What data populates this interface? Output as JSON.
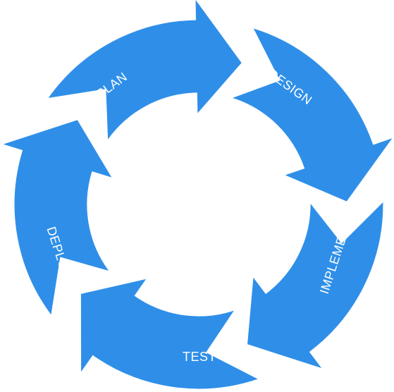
{
  "diagram": {
    "fill_color": "#2f8fe8",
    "stages": [
      {
        "label": "PLAN"
      },
      {
        "label": "DESIGN"
      },
      {
        "label": "IMPLEMENT"
      },
      {
        "label": "TEST"
      },
      {
        "label": "DEPLOY"
      }
    ]
  }
}
